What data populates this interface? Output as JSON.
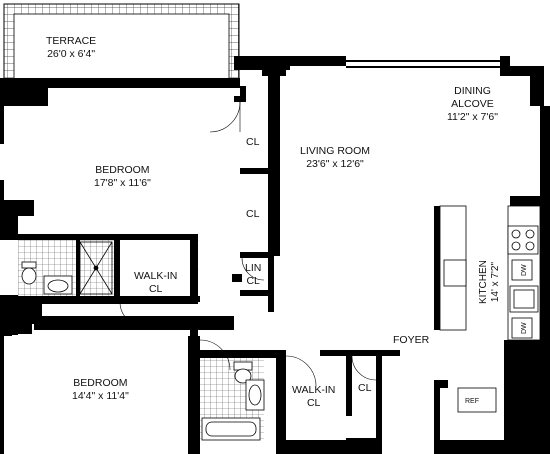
{
  "plan": {
    "terrace": {
      "name": "TERRACE",
      "dim": "26'0 x 6'4\""
    },
    "dining": {
      "name_line1": "DINING",
      "name_line2": "ALCOVE",
      "dim": "11'2\" x 7'6\""
    },
    "living": {
      "name": "LIVING ROOM",
      "dim": "23'6\" x 12'6\""
    },
    "bedroom1": {
      "name": "BEDROOM",
      "dim": "17'8\" x 11'6\""
    },
    "bedroom2": {
      "name": "BEDROOM",
      "dim": "14'4\" x 11'4\""
    },
    "kitchen": {
      "name": "KITCHEN",
      "dim": "14' x 7'2\""
    },
    "walkin1": {
      "line1": "WALK-IN",
      "line2": "CL"
    },
    "walkin2": {
      "line1": "WALK-IN",
      "line2": "CL"
    },
    "lin": {
      "line1": "LIN",
      "line2": "CL"
    },
    "closet_a": "CL",
    "closet_b": "CL",
    "closet_c": "CL",
    "foyer": "FOYER",
    "ref": "REF",
    "dw": "DW"
  }
}
